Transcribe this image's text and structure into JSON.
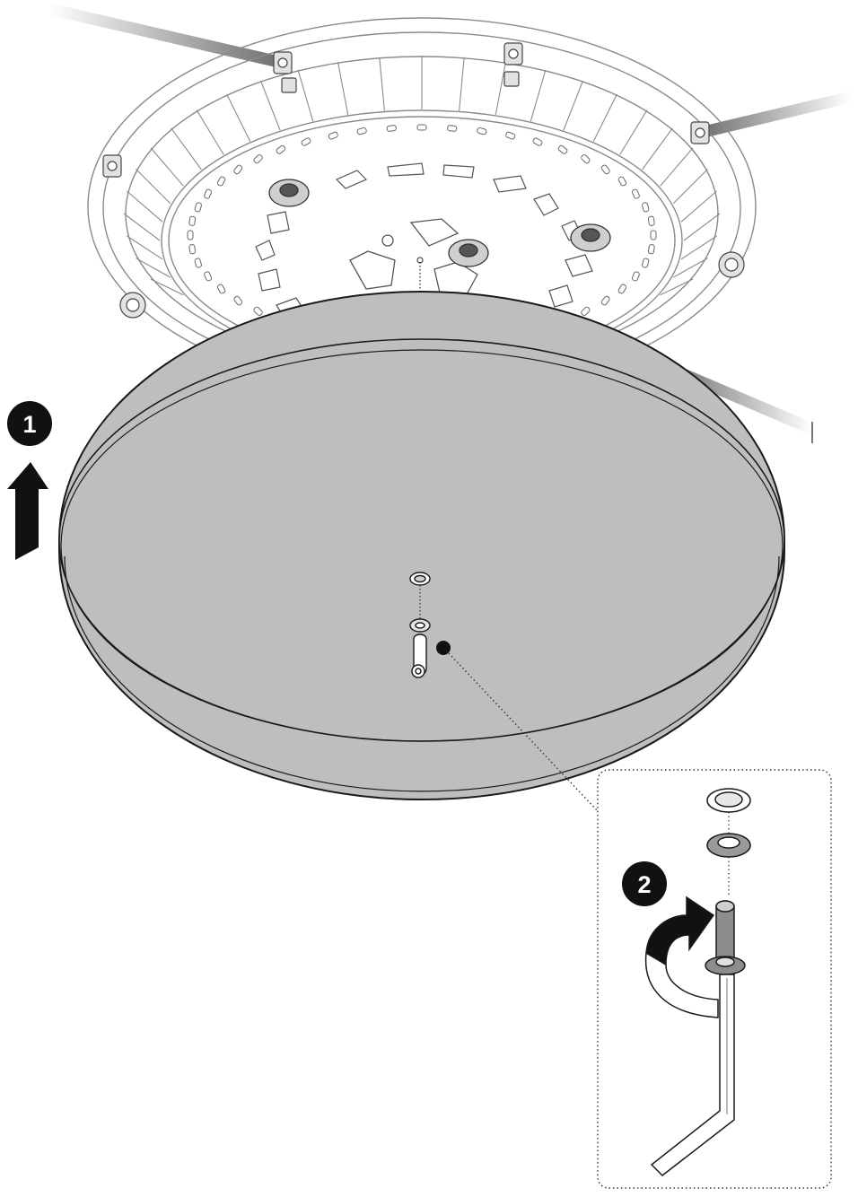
{
  "steps": [
    {
      "number": "1",
      "action": "lift-cover-up"
    },
    {
      "number": "2",
      "action": "tighten-screw-with-hex-key"
    }
  ],
  "colors": {
    "cover_fill": "#bdbec0",
    "outline": "#1a1a1a",
    "badge": "#111111",
    "line_art": "#8a8a8a",
    "cable": "#6e6e6e"
  },
  "icons": {
    "arrow": "up-arrow-icon",
    "rotation": "clockwise-rotation-icon",
    "tool": "hex-key-icon"
  }
}
